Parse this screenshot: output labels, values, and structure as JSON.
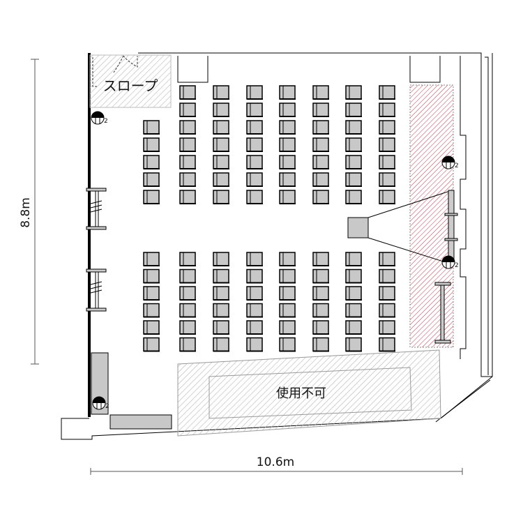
{
  "dimensions": {
    "height": "8.8m",
    "width": "10.6m"
  },
  "areas": {
    "slope": "スロープ",
    "unusable": "使用不可"
  },
  "outlet_label": "2",
  "seating": {
    "top_block": {
      "columns": 8,
      "rows": 7,
      "first_column_rows": 5
    },
    "bottom_block": {
      "columns": 8,
      "rows": 6
    }
  },
  "colors": {
    "chair": "#c8c8c8",
    "hatch_red": "#c0394a",
    "hatch_gray": "#aaaaaa",
    "wall": "#000000"
  }
}
